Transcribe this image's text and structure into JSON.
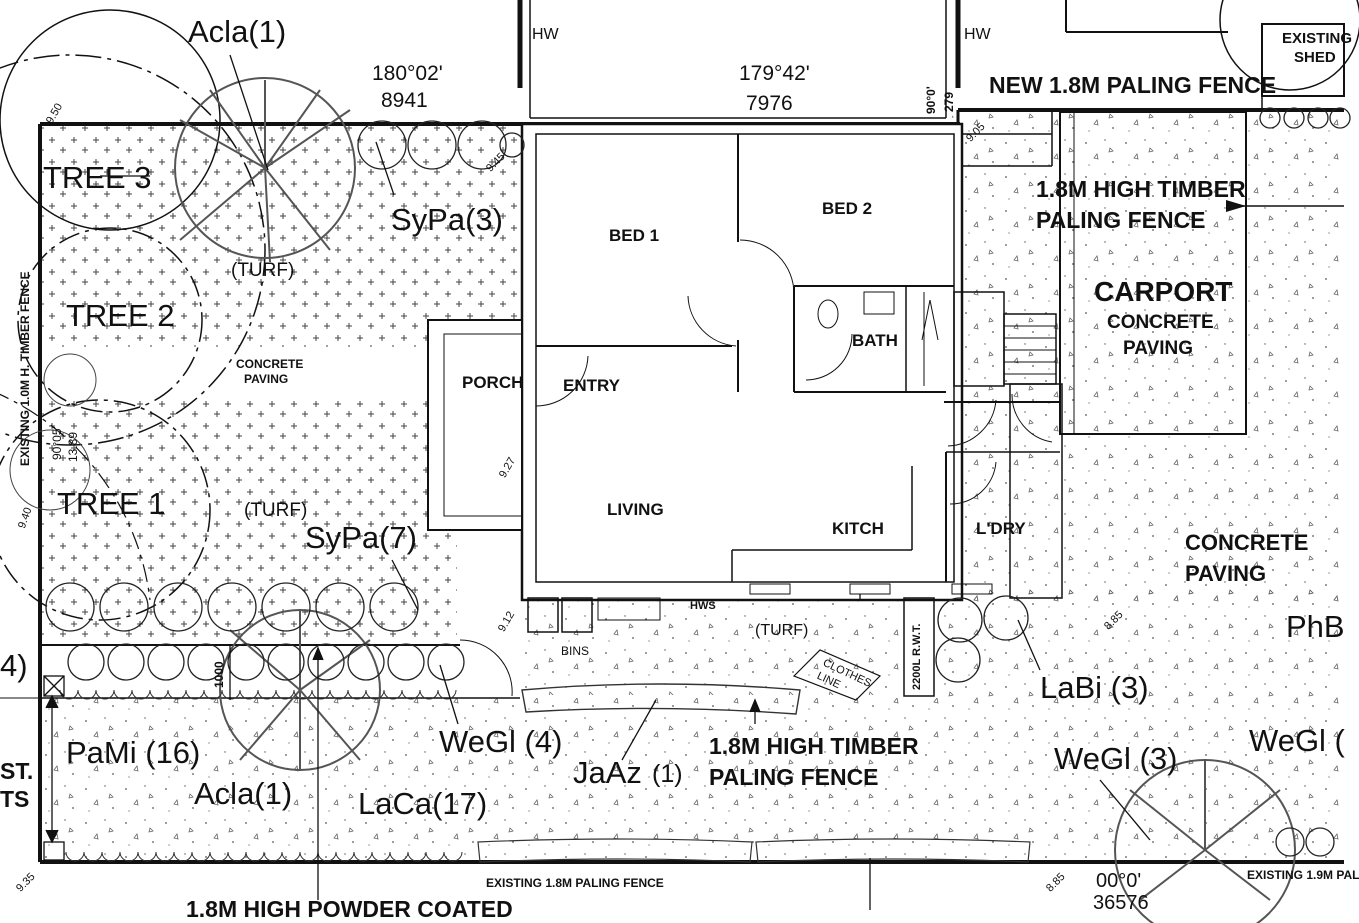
{
  "rooms": {
    "bed1": "BED 1",
    "bed2": "BED 2",
    "bath": "BATH",
    "porch": "PORCH",
    "entry": "ENTRY",
    "living": "LIVING",
    "kitch": "KITCH",
    "ldry": "L'DRY",
    "carport": "CARPORT",
    "carport_paving": [
      "CONCRETE",
      "PAVING"
    ],
    "concrete_paving": [
      "CONCRETE",
      "PAVING"
    ],
    "small_paving": [
      "CONCRETE",
      "PAVING"
    ],
    "turf_north": "(TURF)",
    "turf_south": "(TURF)",
    "turf_side": "(TURF)",
    "bins": "BINS",
    "hws": "HWS",
    "tank": "2200L R.W.T.",
    "clothes_line": [
      "CLOTHES",
      "LINE"
    ],
    "existing_shed": [
      "EXISTING",
      "SHED"
    ],
    "hw_left": "HW",
    "hw_right": "HW"
  },
  "trees": {
    "tree3": "TREE 3",
    "tree2": "TREE 2",
    "tree1": "TREE 1"
  },
  "plants": {
    "acla_top": "Acla(1)",
    "sypa3": "SyPa(3)",
    "sypa7": "SyPa(7)",
    "pami": "PaMi (16)",
    "acla_bottom": "Acla(1)",
    "wegl4": "WeGl (4)",
    "laca": "LaCa(17)",
    "jaaz": "JaAz",
    "jaaz_count": "(1)",
    "labi": "LaBi (3)",
    "wegl3": "WeGl (3)",
    "wegl_right": "WeGl (",
    "phb": "PhB",
    "left_cut": "4)"
  },
  "fences": {
    "new_paling": "NEW 1.8M PALING FENCE",
    "timber_right": [
      "1.8M HIGH TIMBER",
      "PALING FENCE"
    ],
    "timber_south": [
      "1.8M HIGH TIMBER",
      "PALING FENCE"
    ],
    "existing_south": "EXISTING 1.8M PALING FENCE",
    "existing_se": "EXISTING 1.9M PAL",
    "powder_coated": "1.8M HIGH POWDER COATED",
    "existing_west": "EXISTING 1.0M H. TIMBER FENCE",
    "left_cut_1": "ST.",
    "left_cut_2": "TS"
  },
  "survey": {
    "bearing_top_left": "180°02'",
    "dist_top_left": "8941",
    "bearing_top_mid": "179°42'",
    "dist_top_mid": "7976",
    "bearing_right_vert": "90°0'",
    "dist_right_vert": "279",
    "bearing_west": "90°05'",
    "dist_west": "13.89",
    "bearing_bottom": "00°0'",
    "dist_bottom": "36576",
    "dim_1000": "1000",
    "lvl_950": "9.50",
    "lvl_945": "9.45",
    "lvl_905": "9.05",
    "lvl_927": "9.27",
    "lvl_940": "9.40",
    "lvl_912": "9.12",
    "lvl_885": "8.85",
    "lvl_935": "9.35",
    "lvl_885b": "8.85"
  }
}
